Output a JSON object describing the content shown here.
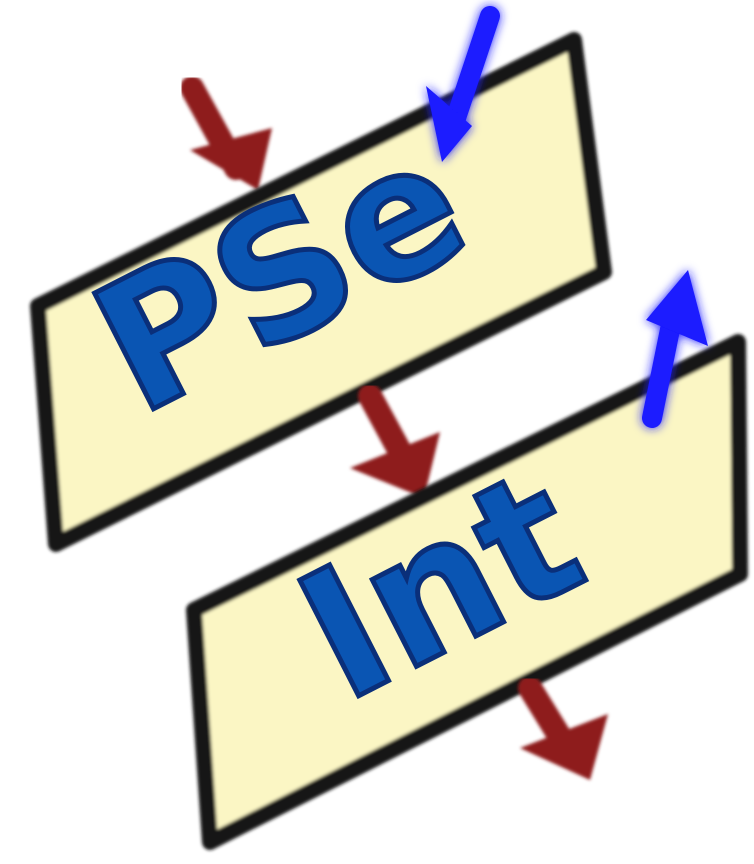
{
  "logo": {
    "top_box_text": "PSe",
    "bottom_box_text": "Int"
  },
  "colors": {
    "box_fill": "#fbf6c4",
    "box_border": "#151515",
    "text_fill": "#0a55b3",
    "text_stroke": "#0a2f7a",
    "arrow_red": "#8e1c1c",
    "arrow_blue": "#1a1aff"
  },
  "icons": [
    "arrow-down-red",
    "arrow-in-blue",
    "arrow-out-blue"
  ]
}
